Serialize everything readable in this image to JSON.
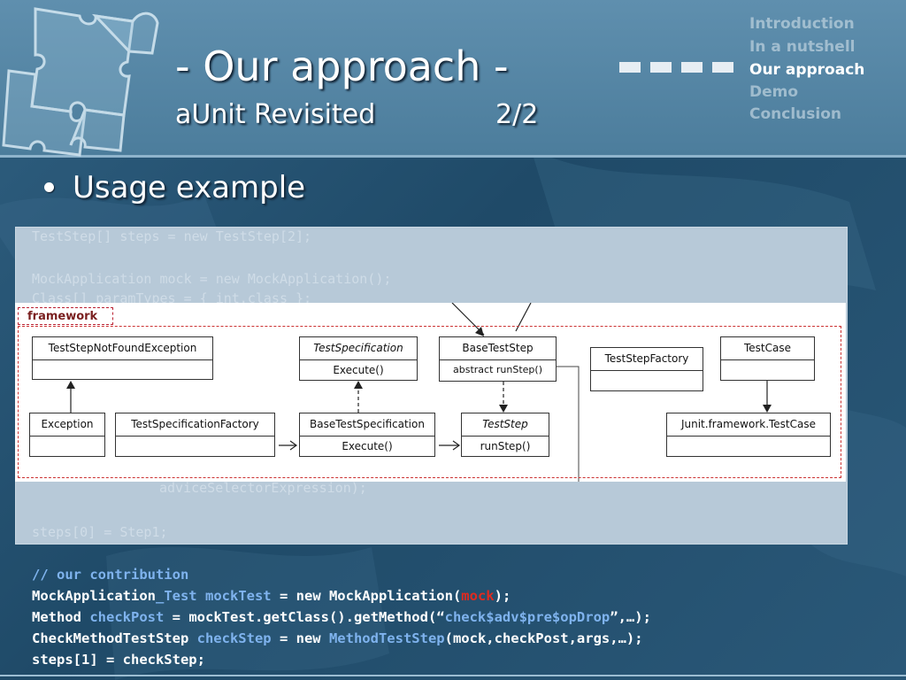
{
  "title": {
    "main": "- Our approach -",
    "sub": "aUnit Revisited",
    "page": "2/2"
  },
  "nav": {
    "items": [
      {
        "label": "Introduction",
        "active": false
      },
      {
        "label": "In a nutshell",
        "active": false
      },
      {
        "label": "Our approach",
        "active": true
      },
      {
        "label": "Demo",
        "active": false
      },
      {
        "label": "Conclusion",
        "active": false
      }
    ],
    "progress_squares": 4
  },
  "bullet": "Usage example",
  "code_top": [
    "TestStep[] steps = new TestStep[2];",
    "",
    "MockApplication mock = new MockApplication();",
    "Class[] paramTypes = { int.class };",
    "adviceSelectorExpression);",
    "steps[0] = Step1;"
  ],
  "diagram": {
    "package_label": "framework",
    "classes": {
      "testStepNotFoundException": {
        "name": "TestStepNotFoundException"
      },
      "testSpecification": {
        "name": "TestSpecification",
        "op": "Execute()"
      },
      "baseTestStep": {
        "name": "BaseTestStep",
        "op": "abstract runStep()"
      },
      "testStepFactory": {
        "name": "TestStepFactory"
      },
      "testCase": {
        "name": "TestCase"
      },
      "exception": {
        "name": "Exception"
      },
      "testSpecificationFactory": {
        "name": "TestSpecificationFactory"
      },
      "baseTestSpecification": {
        "name": "BaseTestSpecification",
        "op": "Execute()"
      },
      "testStep": {
        "name": "TestStep",
        "op": "runStep()"
      },
      "junitTestCase": {
        "name": "Junit.framework.TestCase"
      }
    }
  },
  "code_bottom": {
    "comment": "// our contribution",
    "l1": {
      "a": "MockApplication",
      "b": "_Test",
      "c": " mockTest",
      "d": " = new MockApplication(",
      "e": "mock",
      "f": ");"
    },
    "l2": {
      "a": "Method ",
      "b": "checkPost",
      "c": " = mockTest.getClass().getMethod(“",
      "d": "check$adv$pre$opDrop",
      "e": "”,…);"
    },
    "l3": {
      "a": "CheckMethodTestStep ",
      "b": "checkStep",
      "c": " = new ",
      "d": "MethodTestStep",
      "e": "(mock,checkPost,args,…);"
    },
    "l4": "steps[1] = checkStep;"
  },
  "colors": {
    "header": "#5f8fae",
    "body": "#2a5878",
    "code_blue": "#7fb3ee",
    "code_red": "#e02a1f"
  }
}
